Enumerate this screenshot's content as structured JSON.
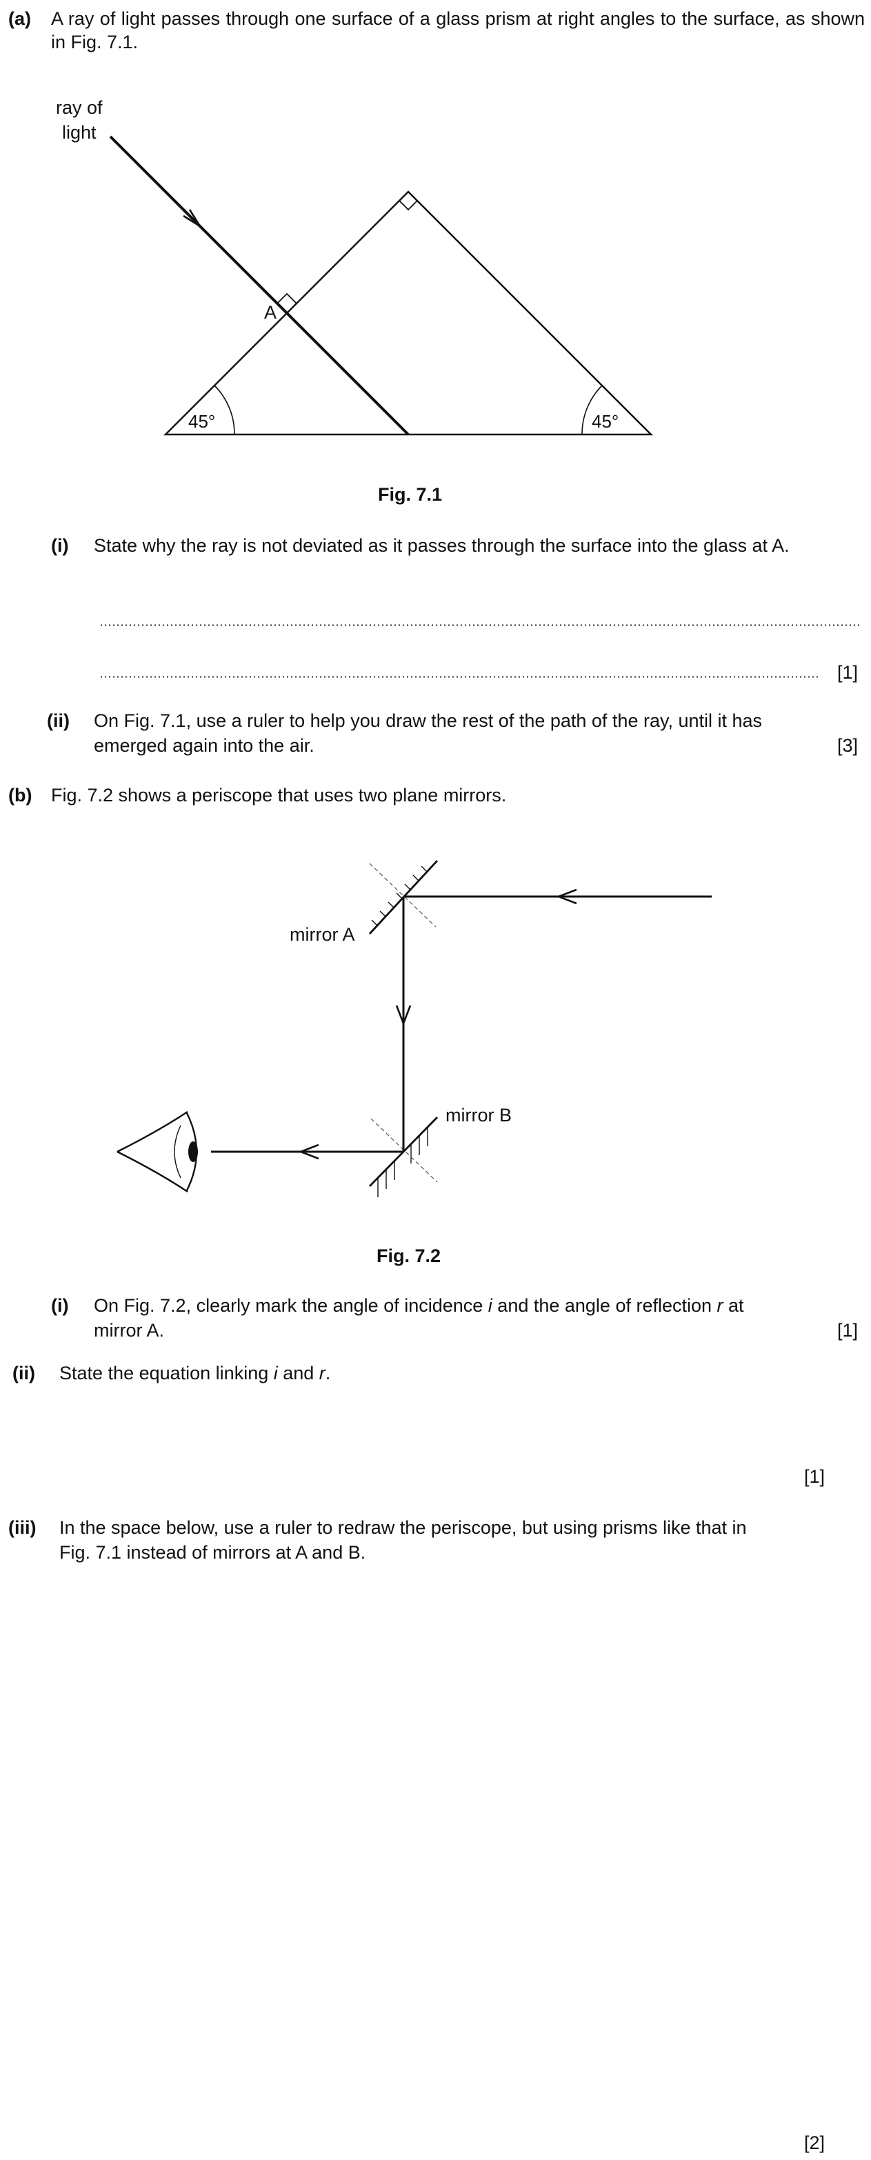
{
  "part_a": {
    "label": "(a)",
    "text": "A ray of light passes through one surface of a glass prism at right angles to the surface, as shown in Fig. 7.1.",
    "figure": {
      "caption": "Fig. 7.1",
      "ray_label_1": "ray of",
      "ray_label_2": "light",
      "point_label": "A",
      "angle_left": "45°",
      "angle_right": "45°"
    },
    "q_i": {
      "label": "(i)",
      "text": "State why the ray is not deviated as it passes through the surface into the glass at A.",
      "marks": "[1]"
    },
    "q_ii": {
      "label": "(ii)",
      "text_line1": "On Fig. 7.1, use a ruler to help you draw the rest of the path of the ray, until it has",
      "text_line2": "emerged again into the air.",
      "marks": "[3]"
    }
  },
  "part_b": {
    "label": "(b)",
    "text": "Fig. 7.2 shows a periscope that uses two plane mirrors.",
    "figure": {
      "caption": "Fig. 7.2",
      "mirror_a_label": "mirror A",
      "mirror_b_label": "mirror B"
    },
    "q_i": {
      "label": "(i)",
      "text_before_i": "On Fig. 7.2, clearly mark the angle of incidence ",
      "var_i": "i",
      "text_middle": " and the angle of reflection ",
      "var_r": "r",
      "text_end": " at",
      "text_line2": "mirror A.",
      "marks": "[1]"
    },
    "q_ii": {
      "label": "(ii)",
      "text_before": "State the equation linking ",
      "var_i": "i",
      "text_and": " and ",
      "var_r": "r",
      "text_end": ".",
      "marks": "[1]"
    },
    "q_iii": {
      "label": "(iii)",
      "text_line1": "In the space below, use a ruler to redraw the periscope, but using prisms like that in",
      "text_line2": "Fig. 7.1 instead of mirrors at A and B.",
      "marks": "[2]"
    }
  }
}
